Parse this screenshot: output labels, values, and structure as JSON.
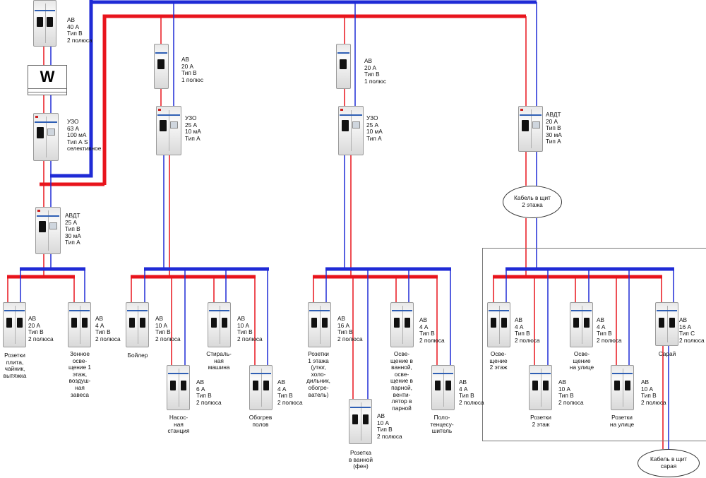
{
  "colors": {
    "phase": "#e8141c",
    "neutral": "#1f2bd6",
    "breaker_stripe": "#2f5fb4"
  },
  "icons": {
    "breaker": "circuit-breaker-icon",
    "meter": "electricity-meter-icon"
  },
  "meter": {
    "letter": "W"
  },
  "labels": {
    "main_ab": "АВ\n40 А\nТип В\n2 полюса",
    "main_uzo": "УЗО\n63 А\n100 мА\nТип А S\nселективное",
    "avdt_g1": "АВДТ\n25 А\nТип В\n30 мА\nТип А",
    "ab_g2": "АВ\n20 А\nТип В\n1 полюс",
    "uzo_g2": "УЗО\n25 А\n10 мА\nТип А",
    "ab_g3": "АВ\n20 А\nТип В\n1 полюс",
    "uzo_g3": "УЗО\n25 А\n10 мА\nТип А",
    "avdt_g4": "АВДТ\n20 А\nТип В\n30 мА\nТип А",
    "cable_floor2": "Кабель в щит\n2 этажа",
    "cable_barn": "Кабель в щит\nсарая",
    "g1_b1_rating": "АВ\n20 А\nТип В\n2 полюса",
    "g1_b1_name": "Розетки\nплита,\nчайник,\nвытяжка",
    "g1_b2_rating": "АВ\n4 А\nТип В\n2 полюса",
    "g1_b2_name": "Зонное\nосве-\nщение 1\nэтаж,\nвоздуш-\nная\nзавеса",
    "g2_b1_rating": "АВ\n10 А\nТип В\n2 полюса",
    "g2_b1_name": "Бойлер",
    "g2_b2_rating": "АВ\n6 А\nТип В\n2 полюса",
    "g2_b2_name": "Насос-\nная\nстанция",
    "g2_b3_rating": "АВ\n10 А\nТип В\n2 полюса",
    "g2_b3_name": "Стираль-\nная\nмашина",
    "g2_b4_rating": "АВ\n4 А\nТип В\n2 полюса",
    "g2_b4_name": "Обогрев\nполов",
    "g3_b1_rating": "АВ\n16 А\nТип В\n2 полюса",
    "g3_b1_name": "Розетки\n1 этажа\n(утюг,\nхоло-\nдильник,\nобогре-\nватель)",
    "g3_b2_rating": "АВ\n10 А\nТип В\n2 полюса",
    "g3_b2_name": "Розетка\nв ванной\n(фен)",
    "g3_b3_rating": "АВ\n4 А\nТип В\n2 полюса",
    "g3_b3_name": "Осве-\nщение в\nванной,\nосве-\nщение в\nпарной,\nвенти-\nлятор в\nпарной",
    "g3_b4_rating": "АВ\n4 А\nТип В\n2 полюса",
    "g3_b4_name": "Поло-\nтенцесу-\nшитель",
    "g4_b1_rating": "АВ\n4 А\nТип В\n2 полюса",
    "g4_b1_name": "Осве-\nщение\n2 этаж",
    "g4_b2_rating": "АВ\n10 А\nТип В\n2 полюса",
    "g4_b2_name": "Розетки\n2 этаж",
    "g4_b3_rating": "АВ\n4 А\nТип В\n2 полюса",
    "g4_b3_name": "Осве-\nщение\nна улице",
    "g4_b4_rating": "АВ\n10 А\nТип В\n2 полюса",
    "g4_b4_name": "Розетки\nна улице",
    "g4_b5_rating": "АВ\n16 А\nТип С\n2 полюса",
    "g4_b5_name": "Сарай"
  }
}
